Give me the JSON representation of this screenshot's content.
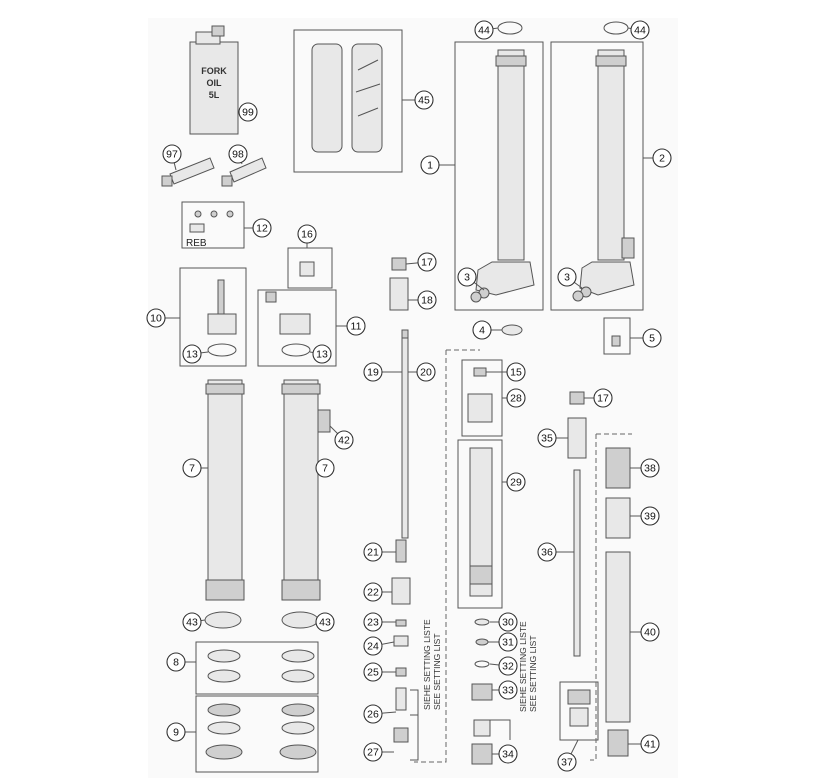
{
  "can_text": [
    "FORK",
    "OIL",
    "5L"
  ],
  "reb_label": "REB",
  "setting_notes": [
    "SIEHE SETTING LISTE",
    "SEE SETTING LIST"
  ],
  "callouts": [
    {
      "num": "1"
    },
    {
      "num": "2"
    },
    {
      "num": "3"
    },
    {
      "num": "3"
    },
    {
      "num": "4"
    },
    {
      "num": "5"
    },
    {
      "num": "7"
    },
    {
      "num": "7"
    },
    {
      "num": "8"
    },
    {
      "num": "9"
    },
    {
      "num": "10"
    },
    {
      "num": "11"
    },
    {
      "num": "12"
    },
    {
      "num": "13"
    },
    {
      "num": "13"
    },
    {
      "num": "15"
    },
    {
      "num": "16"
    },
    {
      "num": "17"
    },
    {
      "num": "17"
    },
    {
      "num": "18"
    },
    {
      "num": "19"
    },
    {
      "num": "20"
    },
    {
      "num": "21"
    },
    {
      "num": "22"
    },
    {
      "num": "23"
    },
    {
      "num": "24"
    },
    {
      "num": "25"
    },
    {
      "num": "26"
    },
    {
      "num": "27"
    },
    {
      "num": "28"
    },
    {
      "num": "29"
    },
    {
      "num": "30"
    },
    {
      "num": "31"
    },
    {
      "num": "32"
    },
    {
      "num": "33"
    },
    {
      "num": "34"
    },
    {
      "num": "35"
    },
    {
      "num": "36"
    },
    {
      "num": "37"
    },
    {
      "num": "38"
    },
    {
      "num": "39"
    },
    {
      "num": "40"
    },
    {
      "num": "41"
    },
    {
      "num": "42"
    },
    {
      "num": "43"
    },
    {
      "num": "43"
    },
    {
      "num": "44"
    },
    {
      "num": "44"
    },
    {
      "num": "45"
    },
    {
      "num": "97"
    },
    {
      "num": "98"
    },
    {
      "num": "99"
    }
  ]
}
